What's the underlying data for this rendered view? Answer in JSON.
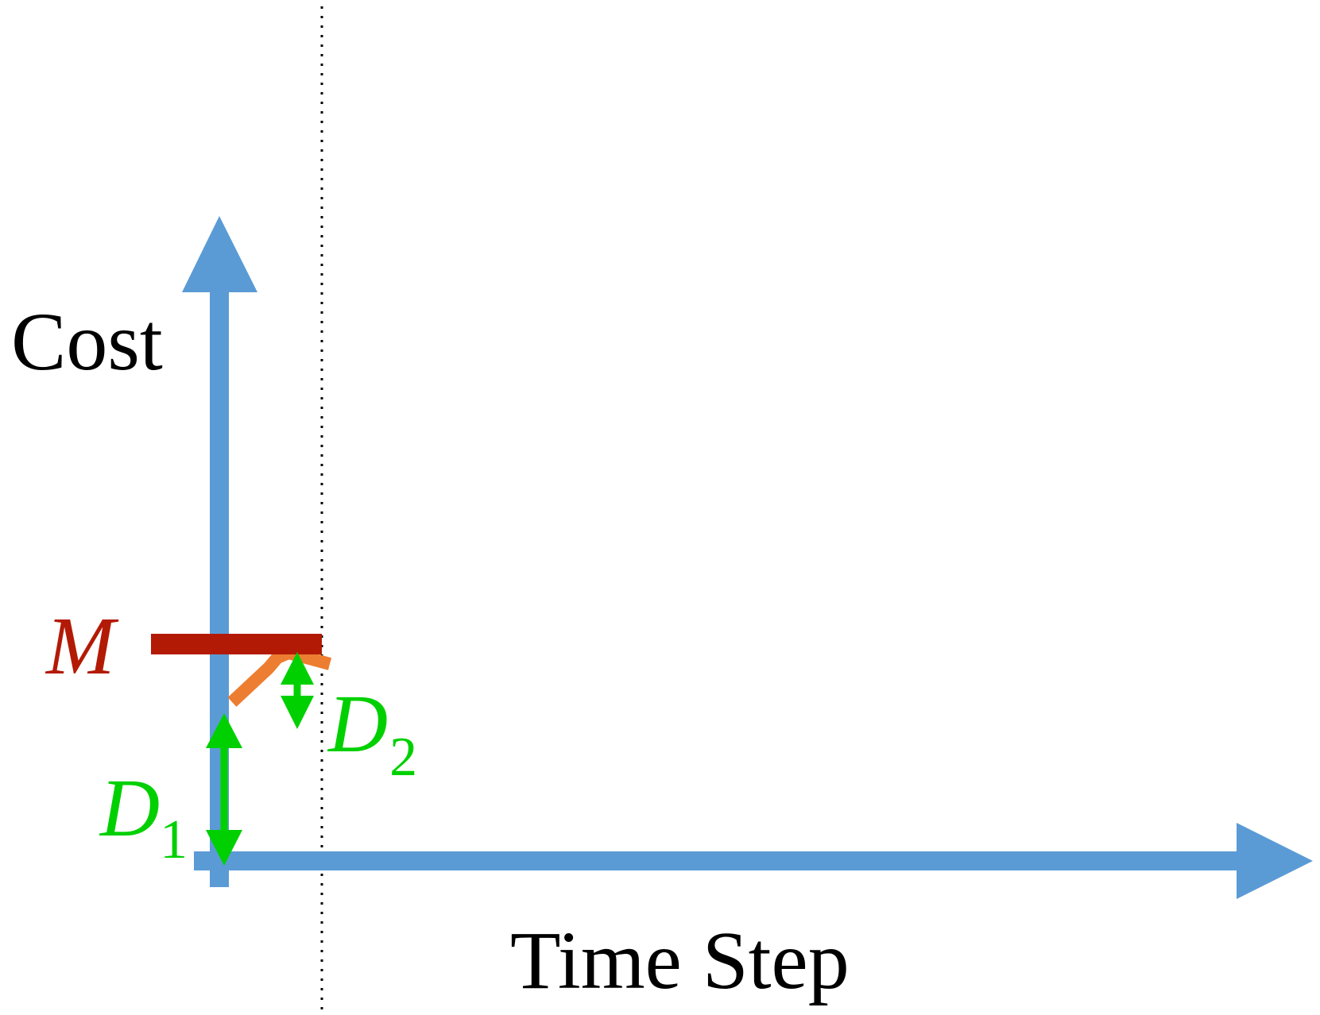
{
  "diagram": {
    "y_axis_label": "Cost",
    "x_axis_label": "Time Step",
    "threshold_label": "M",
    "d1_label": {
      "base": "D",
      "subscript": "1"
    },
    "d2_label": {
      "base": "D",
      "subscript": "2"
    }
  },
  "colors": {
    "axis": "#5b9bd5",
    "threshold": "#b31a06",
    "cost_curve": "#ed7d31",
    "distance_arrows": "#00d000",
    "dotted_line": "#000000",
    "text": "#000000"
  }
}
